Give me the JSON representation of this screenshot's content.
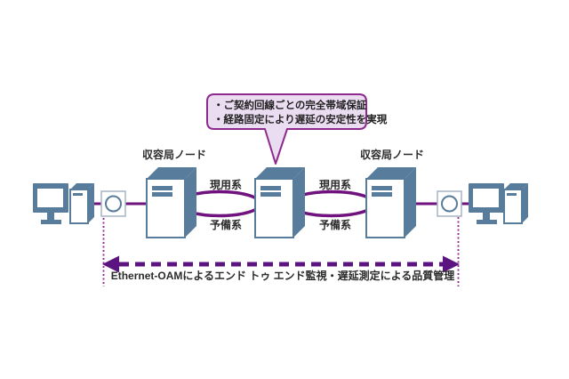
{
  "callout": {
    "lines": [
      "・ご契約回線ごとの完全帯域保証",
      "・経路固定により遅延の安定性を実現"
    ],
    "fill": "#EBDDF1",
    "border": "#8E2A8E"
  },
  "nodes": {
    "left_label": "収容局ノード",
    "right_label": "収容局ノード"
  },
  "links": {
    "left": {
      "active": "現用系",
      "standby": "予備系"
    },
    "right": {
      "active": "現用系",
      "standby": "予備系"
    }
  },
  "oam": {
    "caption": "Ethernet-OAMによるエンド トゥ エンド監視・遅延測定による品質管理",
    "arrow_color": "#5C1580",
    "dotted_color": "#93218F"
  },
  "colors": {
    "link_purple": "#71137E",
    "device_blue": "#587C9B",
    "text": "#2b2b2b",
    "background": "#FFFFFF"
  },
  "icons": {
    "server": "server-3d-icon",
    "workstation": "desktop-computer-icon",
    "converter": "media-converter-icon"
  }
}
